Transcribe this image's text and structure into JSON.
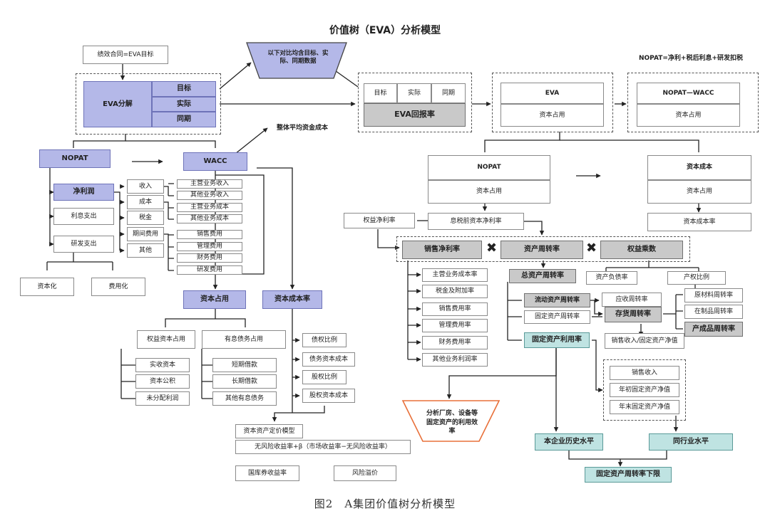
{
  "title": "价值树（EVA）分析模型",
  "caption": "图2　A集团价值树分析模型",
  "contract": "绩效合同=EVA目标",
  "eva_decompose": {
    "label": "EVA分解",
    "target": "目标",
    "actual": "实际",
    "prior": "同期"
  },
  "trapezoid": "以下对比均含目标、实际、同期数据",
  "eva_return_box": {
    "target": "目标",
    "actual": "实际",
    "prior": "同期",
    "label": "EVA回报率"
  },
  "eva_box": {
    "top": "EVA",
    "bottom": "资本占用"
  },
  "nopat_wacc_box": {
    "top": "NOPAT—WACC",
    "bottom": "资本占用"
  },
  "nopat_formula": "NOPAT=净利+税后利息+研发扣税",
  "avg_cost_note": "整体平均资金成本",
  "left_tree": {
    "nopat": "NOPAT",
    "wacc": "WACC",
    "net_profit": "净利润",
    "interest": "利息支出",
    "rd": "研发支出",
    "capitalize": "资本化",
    "expense": "费用化",
    "income": "收入",
    "cost": "成本",
    "tax": "税金",
    "period_exp": "期间费用",
    "other": "其他",
    "sub_items": [
      "主营业务收入",
      "其他业务收入",
      "主营业务成本",
      "其他业务成本",
      "销售费用",
      "管理费用",
      "财务费用",
      "研发费用"
    ],
    "capital_occupation": "资本占用",
    "capital_cost_rate": "资本成本率",
    "equity_capital": "权益资本占用",
    "debt_capital": "有息债务占用",
    "equity_items": [
      "实收资本",
      "资本公积",
      "未分配利润"
    ],
    "debt_items": [
      "短期借款",
      "长期借款",
      "其他有息债务"
    ],
    "rate_items": [
      "债权比例",
      "债务资本成本",
      "股权比例",
      "股权资本成本"
    ],
    "capm_title": "资本资产定价模型",
    "capm_formula": "无风险收益率+β（市场收益率−无风险收益率）",
    "treasury": "国库券收益率",
    "risk_premium": "风险溢价"
  },
  "right_tree": {
    "nopat_box": {
      "top": "NOPAT",
      "bottom": "资本占用"
    },
    "capcost_box": {
      "top": "资本成本",
      "bottom": "资本占用"
    },
    "capcost_rate": "资本成本率",
    "roe": "权益净利率",
    "ebit_rate": "息税前资本净利率",
    "net_margin": "销售净利率",
    "asset_turnover": "资产周转率",
    "equity_multiplier": "权益乘数",
    "margin_items": [
      "主营业务成本率",
      "税金及附加率",
      "销售费用率",
      "管理费用率",
      "财务费用率",
      "其他业务利润率"
    ],
    "total_turnover": "总资产周转率",
    "current_turnover": "流动资产周转率",
    "fixed_turnover": "固定资产周转率",
    "fixed_util": "固定资产利用率",
    "debt_ratio": "资产负债率",
    "equity_ratio": "产权比例",
    "ar_turnover": "应收周转率",
    "inv_turnover": "存货周转率",
    "raw_turnover": "原材料周转率",
    "wip_turnover": "在制品周转率",
    "fg_turnover": "产成品周转率",
    "sales_fixed": "销售收入/固定资产净值",
    "fixed_detail": [
      "销售收入",
      "年初固定资产净值",
      "年末固定资产净值"
    ],
    "analysis_note": "分析厂房、设备等固定资产的利用效率",
    "hist_level": "本企业历史水平",
    "industry_level": "同行业水平",
    "fixed_floor": "固定资产周转率下限"
  },
  "times_symbol": "✖"
}
